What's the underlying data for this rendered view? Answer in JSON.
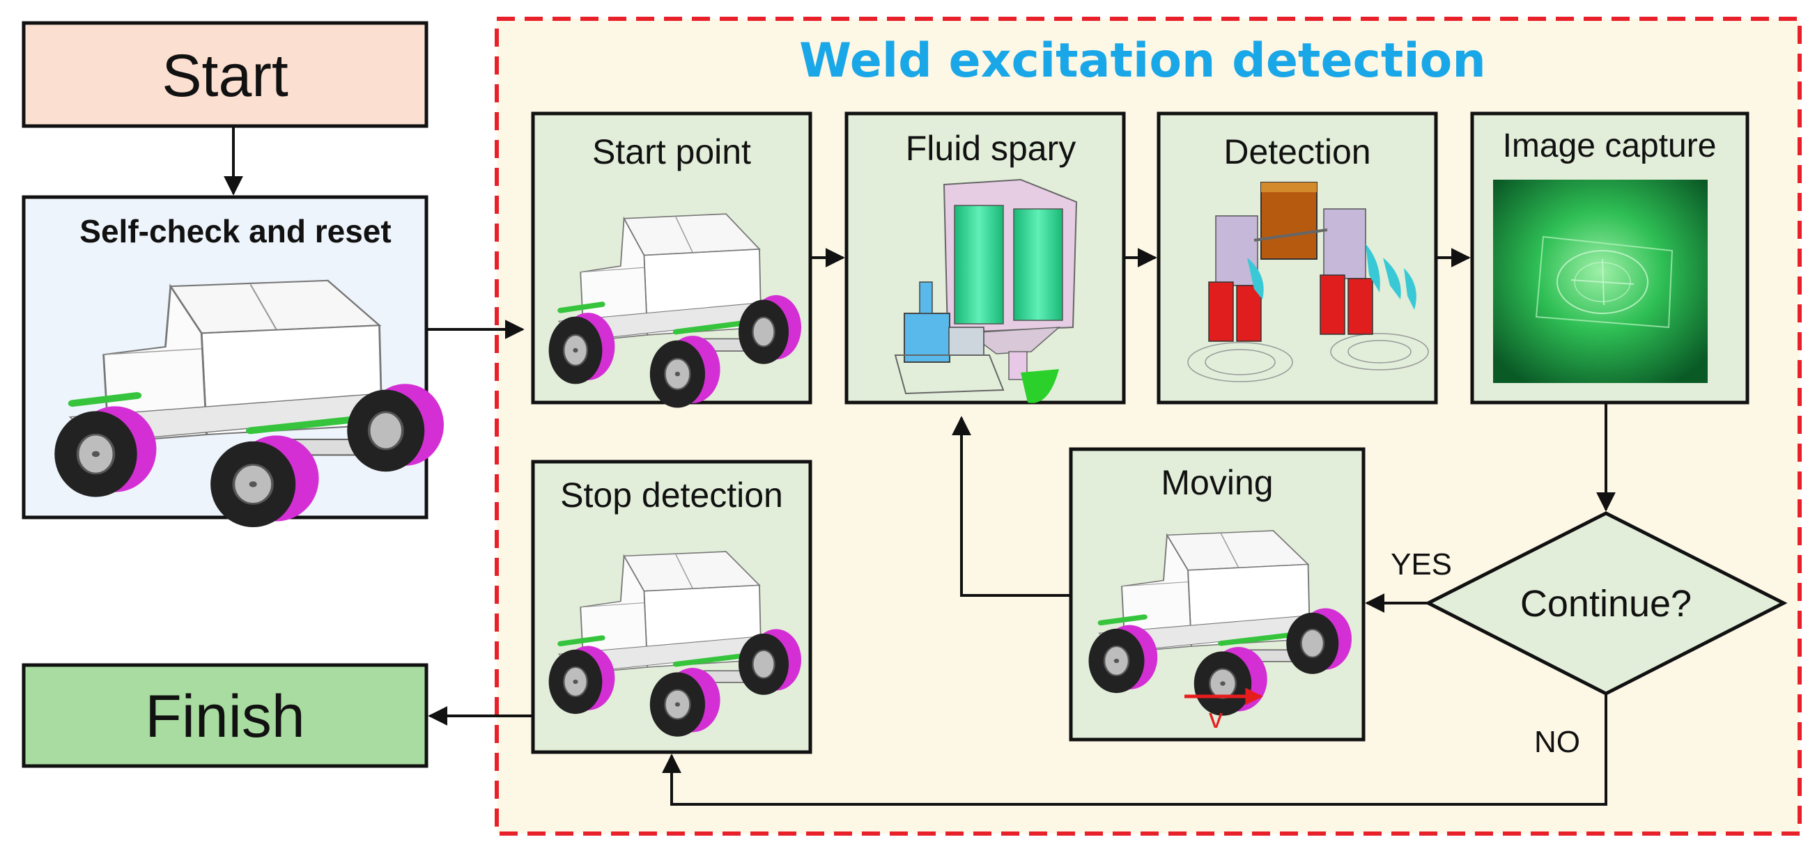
{
  "title": "Weld excitation detection",
  "colors": {
    "region_border": "#e8202a",
    "region_fill": "#fdf7e6",
    "title": "#1aa7e8",
    "start_fill": "#fbdfd0",
    "self_check_fill": "#eef4fb",
    "step_fill": "#e2eed9",
    "finish_fill": "#a9dca0",
    "decision_fill": "#e2eed9",
    "arrow": "#111111",
    "velocity_arrow": "#e61d1d",
    "robot_wheel": "#222222",
    "robot_hub": "#d42fd4",
    "robot_rail": "#35c43c",
    "nozzle": "#2fd89a",
    "pump": "#d38a2b",
    "red_part": "#e11e1e",
    "water": "#39c9d6",
    "capture_green": "#1fa64a"
  },
  "nodes": {
    "start": {
      "label": "Start"
    },
    "self_check": {
      "label": "Self-check and reset"
    },
    "start_point": {
      "label": "Start point"
    },
    "fluid_spray": {
      "label": "Fluid spary"
    },
    "detection": {
      "label": "Detection"
    },
    "image_capture": {
      "label": "Image capture"
    },
    "decision": {
      "label": "Continue?"
    },
    "moving": {
      "label": "Moving",
      "velocity_label": "v"
    },
    "stop_detection": {
      "label": "Stop detection"
    },
    "finish": {
      "label": "Finish"
    }
  },
  "edges": {
    "yes_label": "YES",
    "no_label": "NO"
  },
  "icons": {
    "robot": "robot-cart-icon",
    "spray": "fluid-spray-unit-icon",
    "detection": "excitation-detection-unit-icon",
    "capture": "weld-image-icon"
  }
}
